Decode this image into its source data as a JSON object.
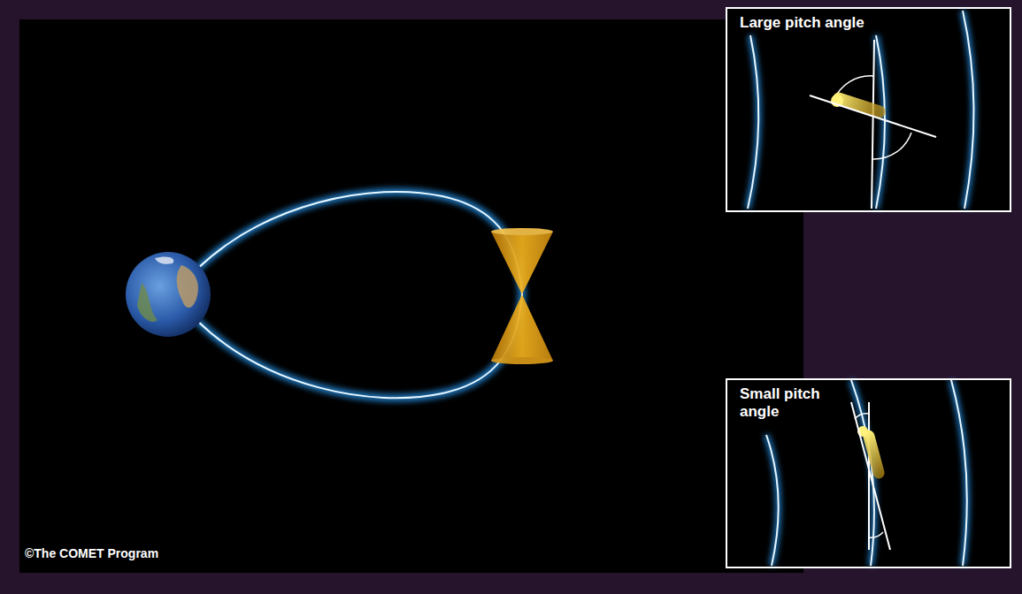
{
  "diagram": {
    "nodes": [
      {
        "text": [
          "Large pitch angle"
        ]
      },
      {
        "text": [
          "Small pitch angle"
        ]
      }
    ],
    "labels": [
      "©The COMET Program"
    ]
  }
}
